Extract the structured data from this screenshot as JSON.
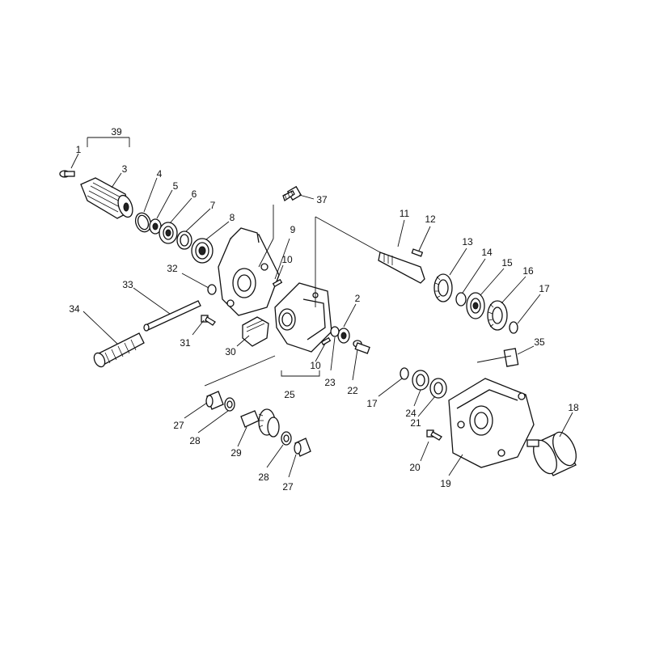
{
  "diagram": {
    "type": "exploded-parts-view",
    "callouts": [
      "39",
      "1",
      "3",
      "4",
      "5",
      "6",
      "7",
      "8",
      "37",
      "9",
      "10",
      "32",
      "33",
      "34",
      "31",
      "30",
      "2",
      "11",
      "12",
      "13",
      "14",
      "15",
      "16",
      "17",
      "35",
      "10",
      "25",
      "23",
      "22",
      "27",
      "28",
      "29",
      "28",
      "27",
      "17",
      "24",
      "21",
      "20",
      "19",
      "18"
    ]
  }
}
